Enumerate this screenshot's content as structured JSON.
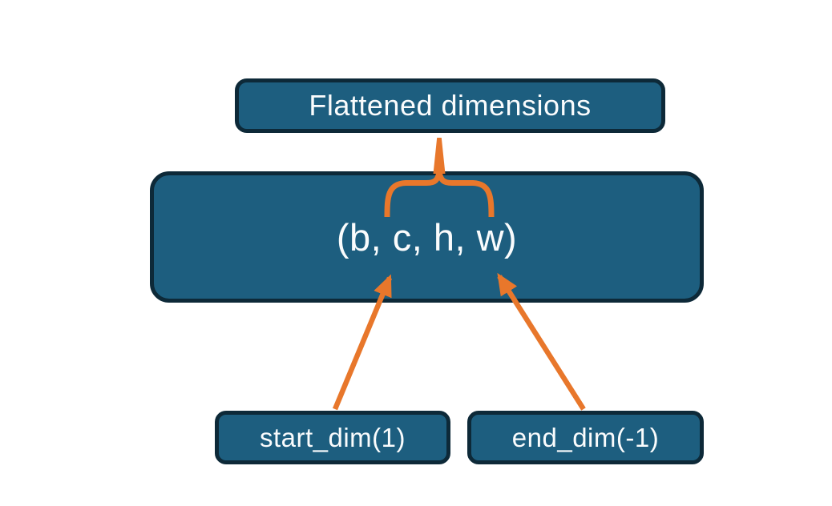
{
  "diagram": {
    "title": "flatten dimensions diagram",
    "nodes": {
      "flattened": {
        "label": "Flattened dimensions"
      },
      "tensor": {
        "label": "(b, c, h, w)"
      },
      "start_dim": {
        "label": "start_dim(1)"
      },
      "end_dim": {
        "label": "end_dim(-1)"
      }
    },
    "connectors": [
      {
        "name": "brace-connector",
        "type": "curly-brace",
        "from": "tensor dims c,h,w",
        "to": "flattened"
      },
      {
        "name": "start-dim-arrow",
        "type": "arrow",
        "from": "start_dim",
        "to": "tensor dim c"
      },
      {
        "name": "end-dim-arrow",
        "type": "arrow",
        "from": "end_dim",
        "to": "tensor dim w"
      }
    ]
  },
  "colors": {
    "background": "#ffffff",
    "node_fill": "#1d5e7f",
    "node_border": "#0d2938",
    "node_text": "#fafcfd",
    "arrow": "#e8772b"
  }
}
